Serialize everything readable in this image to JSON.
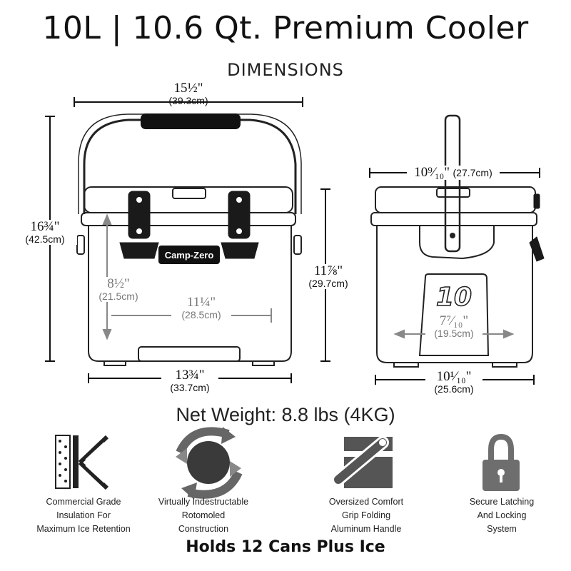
{
  "title": "10L | 10.6 Qt. Premium Cooler",
  "subtitle": "DIMENSIONS",
  "brand_logo": "Camp-Zero",
  "front_view": {
    "top_width": {
      "main": "15½\"",
      "cm": "(39.3cm)"
    },
    "total_height": {
      "main": "16¾\"",
      "cm": "(42.5cm)"
    },
    "interior_height": {
      "main": "8½\"",
      "cm": "(21.5cm)"
    },
    "interior_width": {
      "main": "11¼\"",
      "cm": "(28.5cm)"
    },
    "body_height": {
      "main": "11⅞\"",
      "cm": "(29.7cm)"
    },
    "bottom_width": {
      "main": "13¾\"",
      "cm": "(33.7cm)"
    }
  },
  "side_view": {
    "top_depth": {
      "main": "10⁹⁄₁₀\"",
      "cm": "(27.7cm)"
    },
    "capacity_mark": "10",
    "interior_depth": {
      "main": "7⁷⁄₁₀\"",
      "cm": "(19.5cm)"
    },
    "bottom_depth": {
      "main": "10¹⁄₁₀\"",
      "cm": "(25.6cm)"
    }
  },
  "net_weight": "Net Weight: 8.8 lbs (4KG)",
  "features": [
    {
      "icon": "insulation-icon",
      "lines": [
        "Commercial Grade",
        "Insulation For",
        "Maximum Ice Retention"
      ]
    },
    {
      "icon": "rotomolded-icon",
      "lines": [
        "Virtually Indestructable",
        "Rotomoled",
        "Construction"
      ]
    },
    {
      "icon": "handle-icon",
      "lines": [
        "Oversized Comfort",
        "Grip Folding",
        "Aluminum Handle"
      ]
    },
    {
      "icon": "padlock-icon",
      "lines": [
        "Secure Latching",
        "And Locking",
        "System"
      ]
    }
  ],
  "footer": "Holds 12 Cans Plus Ice",
  "colors": {
    "line": "#111111",
    "grey_dim": "#888888",
    "icon_grey": "#6e6e6e",
    "latch": "#1a1a1a"
  }
}
